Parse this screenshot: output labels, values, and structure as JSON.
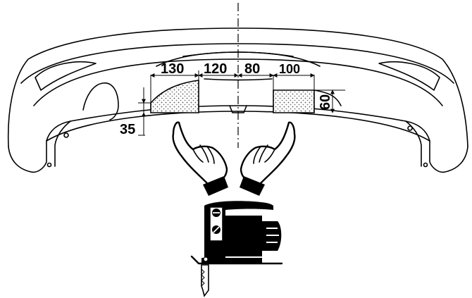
{
  "dimensions": {
    "d130": "130",
    "d120": "120",
    "d80": "80",
    "d100": "100",
    "d60": "60",
    "d35": "35"
  },
  "icons": {
    "left_hand": "pointing-hand-icon",
    "right_hand": "pointing-hand-icon",
    "tool": "jigsaw-icon"
  },
  "colors": {
    "ink": "#000000",
    "background": "#ffffff",
    "cut_zone_fill": "#d9d9d9"
  }
}
